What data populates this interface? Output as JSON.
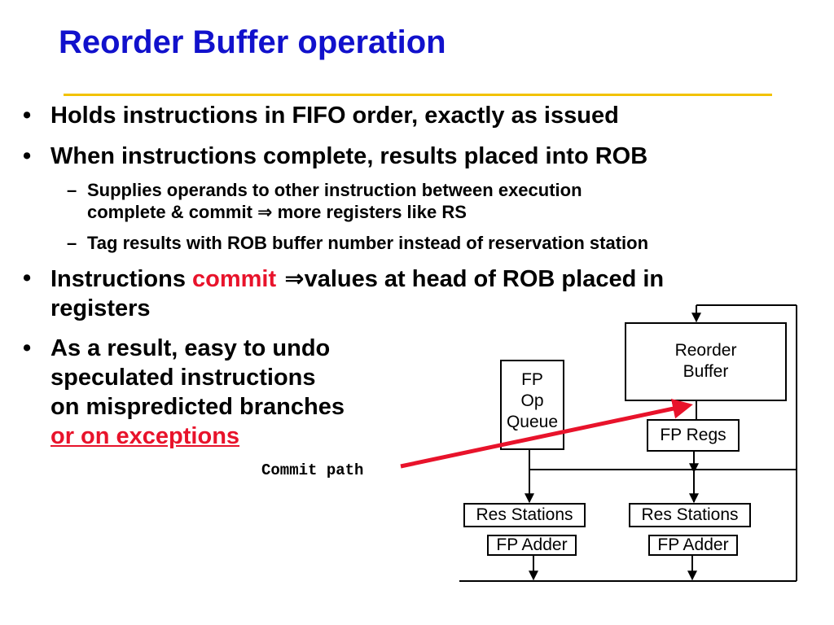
{
  "title": "Reorder Buffer operation",
  "bullets": {
    "b1": "Holds instructions in FIFO order, exactly as issued",
    "b2": "When instructions complete, results placed into ROB",
    "sub1_line1": "Supplies operands to other instruction between execution",
    "sub1_line2_pre": "complete & commit ",
    "sub1_arrow": "⇒",
    "sub1_line2_post": " more registers like RS",
    "sub2": "Tag results with ROB buffer number instead of reservation station",
    "b3_pre": "Instructions ",
    "b3_red": "commit",
    "b3_arrow": " ⇒",
    "b3_post": "values at head of ROB placed in",
    "b3_line2": "registers",
    "b4_line1": "As a result, easy to undo",
    "b4_line2": "speculated instructions",
    "b4_line3": "on mispredicted branches",
    "b4_line4": "or on exceptions",
    "bullet_glyph": "•",
    "dash_glyph": "–"
  },
  "diagram": {
    "commit_path": "Commit path",
    "reorder_buffer_line1": "Reorder",
    "reorder_buffer_line2": "Buffer",
    "fp_queue_line1": "FP",
    "fp_queue_line2": "Op",
    "fp_queue_line3": "Queue",
    "fp_regs": "FP Regs",
    "res_stations_left": "Res Stations",
    "res_stations_right": "Res Stations",
    "fp_adder_left": "FP Adder",
    "fp_adder_right": "FP Adder"
  },
  "colors": {
    "title": "#1111cc",
    "rule": "#f2c200",
    "accent_red": "#e8132b"
  }
}
